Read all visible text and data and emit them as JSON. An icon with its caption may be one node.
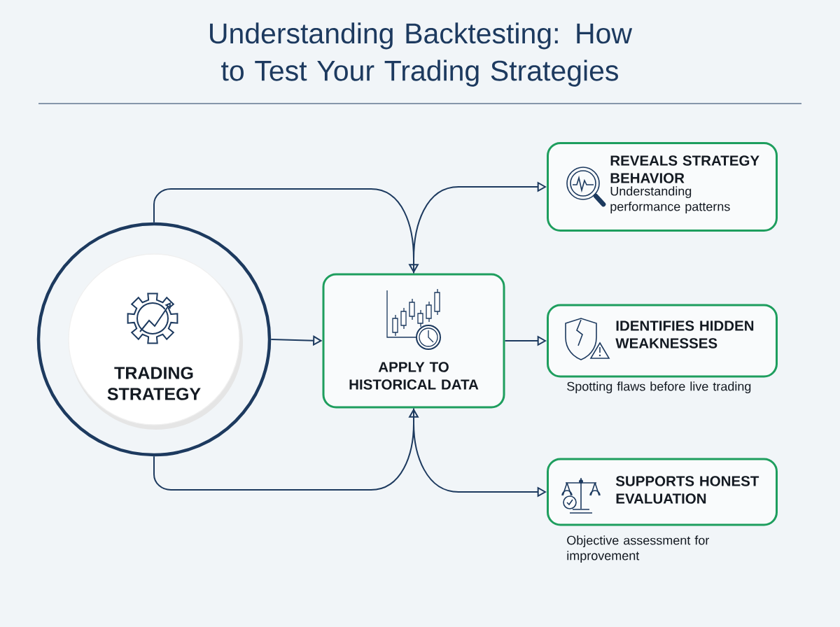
{
  "diagram": {
    "title": "Understanding Backtesting: How to Test Your Trading Strategies",
    "nodes": [
      {
        "text": [
          "TRADING STRATEGY"
        ]
      },
      {
        "text": [
          "APPLY TO HISTORICAL DATA"
        ]
      },
      {
        "text": [
          "REVEALS STRATEGY BEHAVIOR",
          "Understanding performance patterns"
        ]
      },
      {
        "text": [
          "IDENTIFIES HIDDEN WEAKNESSES"
        ],
        "beside": [
          "Spotting flaws before live trading"
        ]
      },
      {
        "text": [
          "SUPPORTS HONEST EVALUATION"
        ],
        "beside": [
          "Objective assessment for improvement"
        ]
      }
    ],
    "edges": [
      {
        "from": 0,
        "to": 1,
        "arrow": "to"
      },
      {
        "from": 1,
        "to": 2,
        "arrow": "to"
      },
      {
        "from": 0,
        "to": 1,
        "arrow": "to"
      },
      {
        "from": 1,
        "to": 3,
        "arrow": "to"
      },
      {
        "from": 0,
        "to": 1,
        "arrow": "to"
      },
      {
        "from": 1,
        "to": 4,
        "arrow": "to"
      }
    ]
  }
}
